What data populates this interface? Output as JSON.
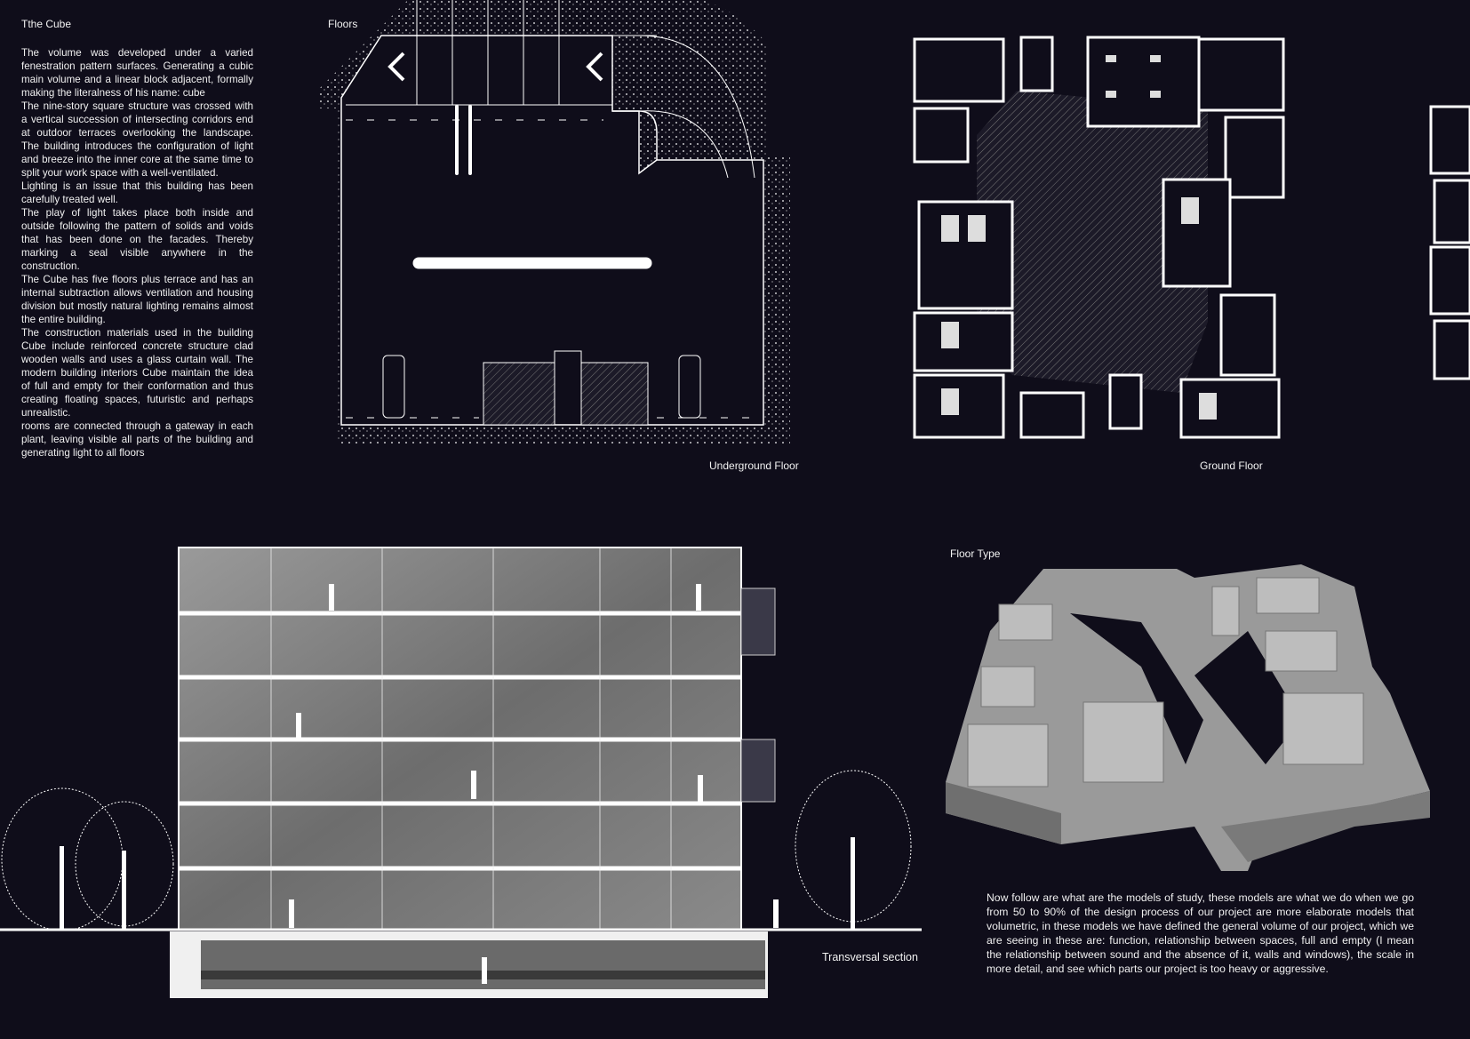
{
  "intro": {
    "title": "Tthe Cube",
    "paragraphs": [
      "The volume was developed under a varied fenestration pattern surfaces. Generating a cubic main volume and a linear block adjacent, formally making the literalness of his name: cube",
      "The nine-story square structure was crossed with a vertical succession of intersecting corridors end at outdoor terraces overlooking the landscape. The building introduces the configuration of light and breeze into the inner core at the same time to split your work space with a well-ventilated.",
      "Lighting is an issue that this building has been carefully treated well.",
      "The play of light takes place both inside and outside following the pattern of solids and voids that has been done on the facades. Thereby marking a seal visible anywhere in the construction.",
      "The Cube has five floors plus terrace and has an internal subtraction allows ventilation and housing division but mostly natural lighting remains almost the entire building.",
      "The construction materials used in the building Cube include reinforced concrete structure clad wooden walls and uses a glass curtain wall. The modern building interiors Cube maintain the idea of full and empty for their conformation and thus creating floating spaces, futuristic and perhaps unrealistic.",
      "rooms are connected through a gateway in each plant, leaving visible all parts of the building and generating light to all floors"
    ]
  },
  "floors_heading": "Floors",
  "underground_label": "Underground Floor",
  "ground_label": "Ground Floor",
  "section_label": "Transversal section",
  "floor_type_heading": "Floor Type",
  "models_text": "Now follow are what are the models of study, these models are what we do when we go from 50 to 90% of the design process of our project are more elaborate models that volumetric, in these models we have defined the general volume of our project, which we are seeing in these are: function, relationship between spaces, full and empty (I mean the relationship between sound and the absence of it, walls and windows), the scale in more detail, and see which parts our project is too heavy or aggressive.",
  "colors": {
    "background": "#0f0d1a",
    "lines": "#ffffff",
    "model": "#9a9a9a"
  }
}
